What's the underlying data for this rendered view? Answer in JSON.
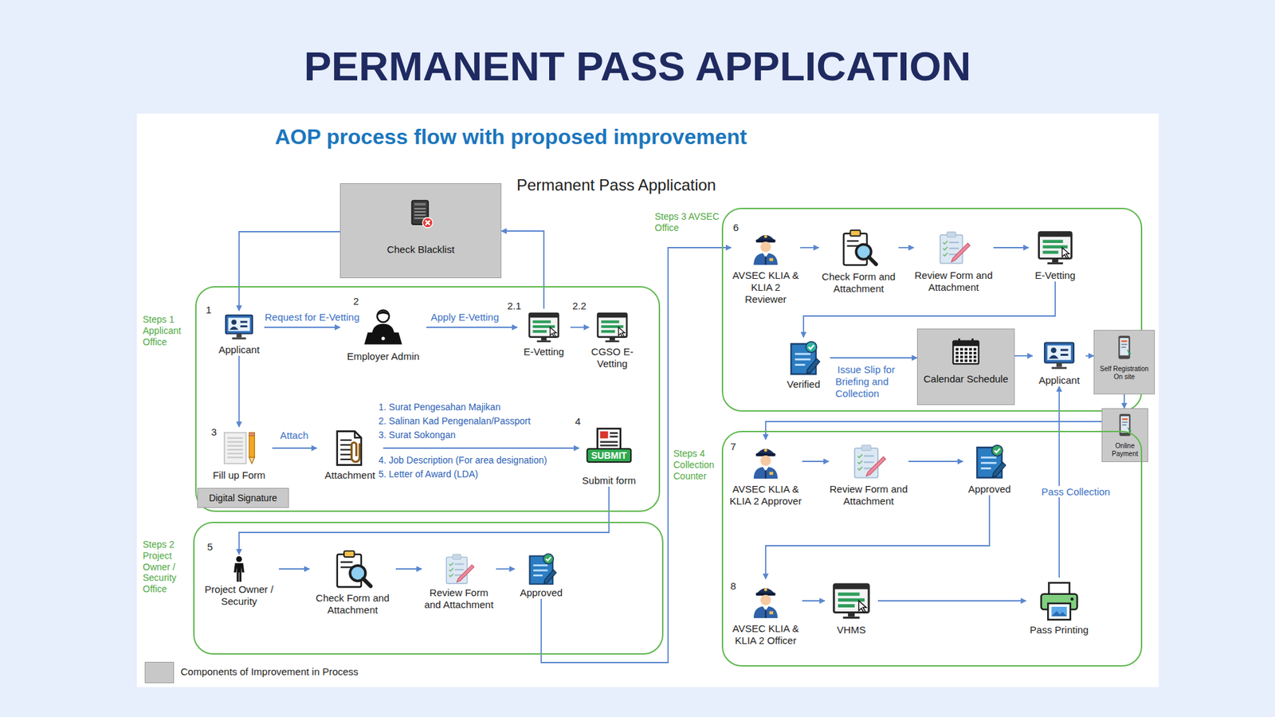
{
  "diagram": {
    "title": "PERMANENT PASS APPLICATION",
    "nodes": [
      {
        "text": [
          "Check Blacklist"
        ]
      },
      {
        "text": [
          "Steps 1 Applicant Office"
        ]
      },
      {
        "text": [
          "Applicant"
        ],
        "in": 1
      },
      {
        "text": [
          "Employer Admin"
        ],
        "in": 1
      },
      {
        "text": [
          "E-Vetting"
        ],
        "in": 1
      },
      {
        "text": [
          "CGSO E-Vetting"
        ],
        "in": 1
      },
      {
        "text": [
          "Fill up Form"
        ],
        "in": 1
      },
      {
        "text": [
          "Digital Signature"
        ],
        "in": 1
      },
      {
        "text": [
          "Attachment"
        ],
        "in": 1
      },
      {
        "text": [
          "Submit form"
        ],
        "in": 1
      },
      {
        "text": [
          "Steps 2 Project Owner / Security Office"
        ]
      },
      {
        "text": [
          "Project Owner / Security"
        ],
        "in": 10
      },
      {
        "text": [
          "Check Form and Attachment"
        ],
        "in": 10
      },
      {
        "text": [
          "Review Form and Attachment"
        ],
        "in": 10
      },
      {
        "text": [
          "Approved"
        ],
        "in": 10
      },
      {
        "text": [
          "Steps 3 AVSEC Office"
        ]
      },
      {
        "text": [
          "AVSEC KLIA & KLIA 2 Reviewer"
        ],
        "in": 15
      },
      {
        "text": [
          "Check Form and Attachment"
        ],
        "in": 15
      },
      {
        "text": [
          "Review Form and Attachment"
        ],
        "in": 15
      },
      {
        "text": [
          "E-Vetting"
        ],
        "in": 15
      },
      {
        "text": [
          "Verified"
        ],
        "in": 15
      },
      {
        "text": [
          "Calendar Schedule"
        ],
        "in": 15
      },
      {
        "text": [
          "Applicant"
        ],
        "in": 15
      },
      {
        "text": [
          "Self Registration On site"
        ]
      },
      {
        "text": [
          "Online Payment"
        ]
      },
      {
        "text": [
          "Steps 4 Collection Counter"
        ]
      },
      {
        "text": [
          "AVSEC KLIA & KLIA 2 Approver"
        ],
        "in": 25
      },
      {
        "text": [
          "Review Form and Attachment"
        ],
        "in": 25
      },
      {
        "text": [
          "Approved"
        ],
        "in": 25
      },
      {
        "text": [
          "AVSEC KLIA & KLIA 2 Officer"
        ],
        "in": 25
      },
      {
        "text": [
          "VHMS"
        ],
        "in": 25
      },
      {
        "text": [
          "Pass Printing"
        ],
        "in": 25
      }
    ],
    "edges": [
      {
        "from": 0,
        "to": 2,
        "arrow": "to"
      },
      {
        "from": 4,
        "to": 0,
        "arrow": "to"
      },
      {
        "from": 2,
        "to": 3,
        "label": "Request for E-Vetting",
        "arrow": "to"
      },
      {
        "from": 3,
        "to": 4,
        "label": "Apply E-Vetting",
        "arrow": "to"
      },
      {
        "from": 4,
        "to": 5,
        "arrow": "to"
      },
      {
        "from": 2,
        "to": 6,
        "arrow": "to"
      },
      {
        "from": 6,
        "to": 8,
        "label": "Attach",
        "arrow": "to"
      },
      {
        "from": 8,
        "to": 9,
        "arrow": "to"
      },
      {
        "from": 9,
        "to": 11,
        "arrow": "to"
      },
      {
        "from": 11,
        "to": 12,
        "arrow": "to"
      },
      {
        "from": 12,
        "to": 13,
        "arrow": "to"
      },
      {
        "from": 13,
        "to": 14,
        "arrow": "to"
      },
      {
        "from": 14,
        "to": 16,
        "arrow": "to"
      },
      {
        "from": 16,
        "to": 17,
        "arrow": "to"
      },
      {
        "from": 17,
        "to": 18,
        "arrow": "to"
      },
      {
        "from": 18,
        "to": 19,
        "arrow": "to"
      },
      {
        "from": 19,
        "to": 20,
        "arrow": "to"
      },
      {
        "from": 20,
        "to": 21,
        "label": "Issue Slip for Briefing and Collection",
        "arrow": "to"
      },
      {
        "from": 21,
        "to": 22,
        "arrow": "to"
      },
      {
        "from": 22,
        "to": 23,
        "arrow": "to"
      },
      {
        "from": 23,
        "to": 24,
        "arrow": "to"
      },
      {
        "from": 24,
        "to": 26,
        "arrow": "to"
      },
      {
        "from": 26,
        "to": 27,
        "arrow": "to"
      },
      {
        "from": 27,
        "to": 28,
        "arrow": "to"
      },
      {
        "from": 28,
        "to": 29,
        "arrow": "to"
      },
      {
        "from": 29,
        "to": 30,
        "arrow": "to"
      },
      {
        "from": 30,
        "to": 31,
        "arrow": "to"
      },
      {
        "from": 31,
        "to": 22,
        "label": "Pass Collection",
        "arrow": "to"
      }
    ],
    "labels": [
      "AOP process flow with proposed improvement",
      "Permanent Pass Application",
      "1",
      "2",
      "2.1",
      "2.2",
      "3",
      "4",
      "SUBMIT",
      "1. Surat Pengesahan Majikan",
      "2. Salinan Kad Pengenalan/Passport",
      "3. Surat Sokongan",
      "4. Job Description (For area designation)",
      "5. Letter of Award (LDA)",
      "5",
      "6",
      "7",
      "8"
    ],
    "legend": [
      {
        "text": "Components of Improvement in Process",
        "color": "#c8c8c8"
      }
    ]
  }
}
